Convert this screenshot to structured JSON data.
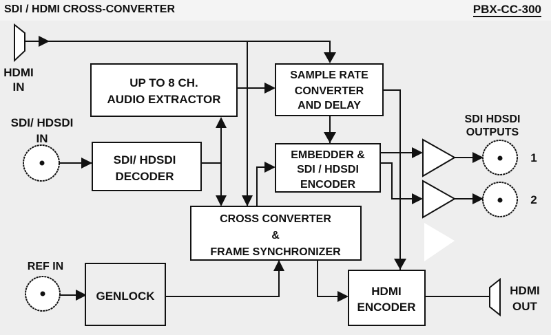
{
  "header": {
    "title": "SDI / HDMI CROSS-CONVERTER",
    "model": "PBX-CC-300"
  },
  "blocks": {
    "audio_extractor": [
      "UP TO 8 CH.",
      "AUDIO EXTRACTOR"
    ],
    "sample_rate": [
      "SAMPLE  RATE",
      "CONVERTER",
      "AND DELAY"
    ],
    "decoder": [
      "SDI/ HDSDI",
      "DECODER"
    ],
    "embedder": [
      "EMBEDDER &",
      "SDI / HDSDI",
      "ENCODER"
    ],
    "cross_converter": [
      "CROSS CONVERTER",
      "&",
      "FRAME SYNCHRONIZER"
    ],
    "genlock": [
      "GENLOCK"
    ],
    "hdmi_encoder": [
      "HDMI",
      "ENCODER"
    ]
  },
  "ports": {
    "hdmi_in": [
      "HDMI",
      "IN"
    ],
    "sdi_in": [
      "SDI/ HDSDI",
      "IN"
    ],
    "sdi_outputs": [
      "SDI  HDSDI",
      "OUTPUTS"
    ],
    "output_1": "1",
    "output_2": "2",
    "ref_in": "REF IN",
    "hdmi_out": [
      "HDMI",
      "OUT"
    ]
  }
}
